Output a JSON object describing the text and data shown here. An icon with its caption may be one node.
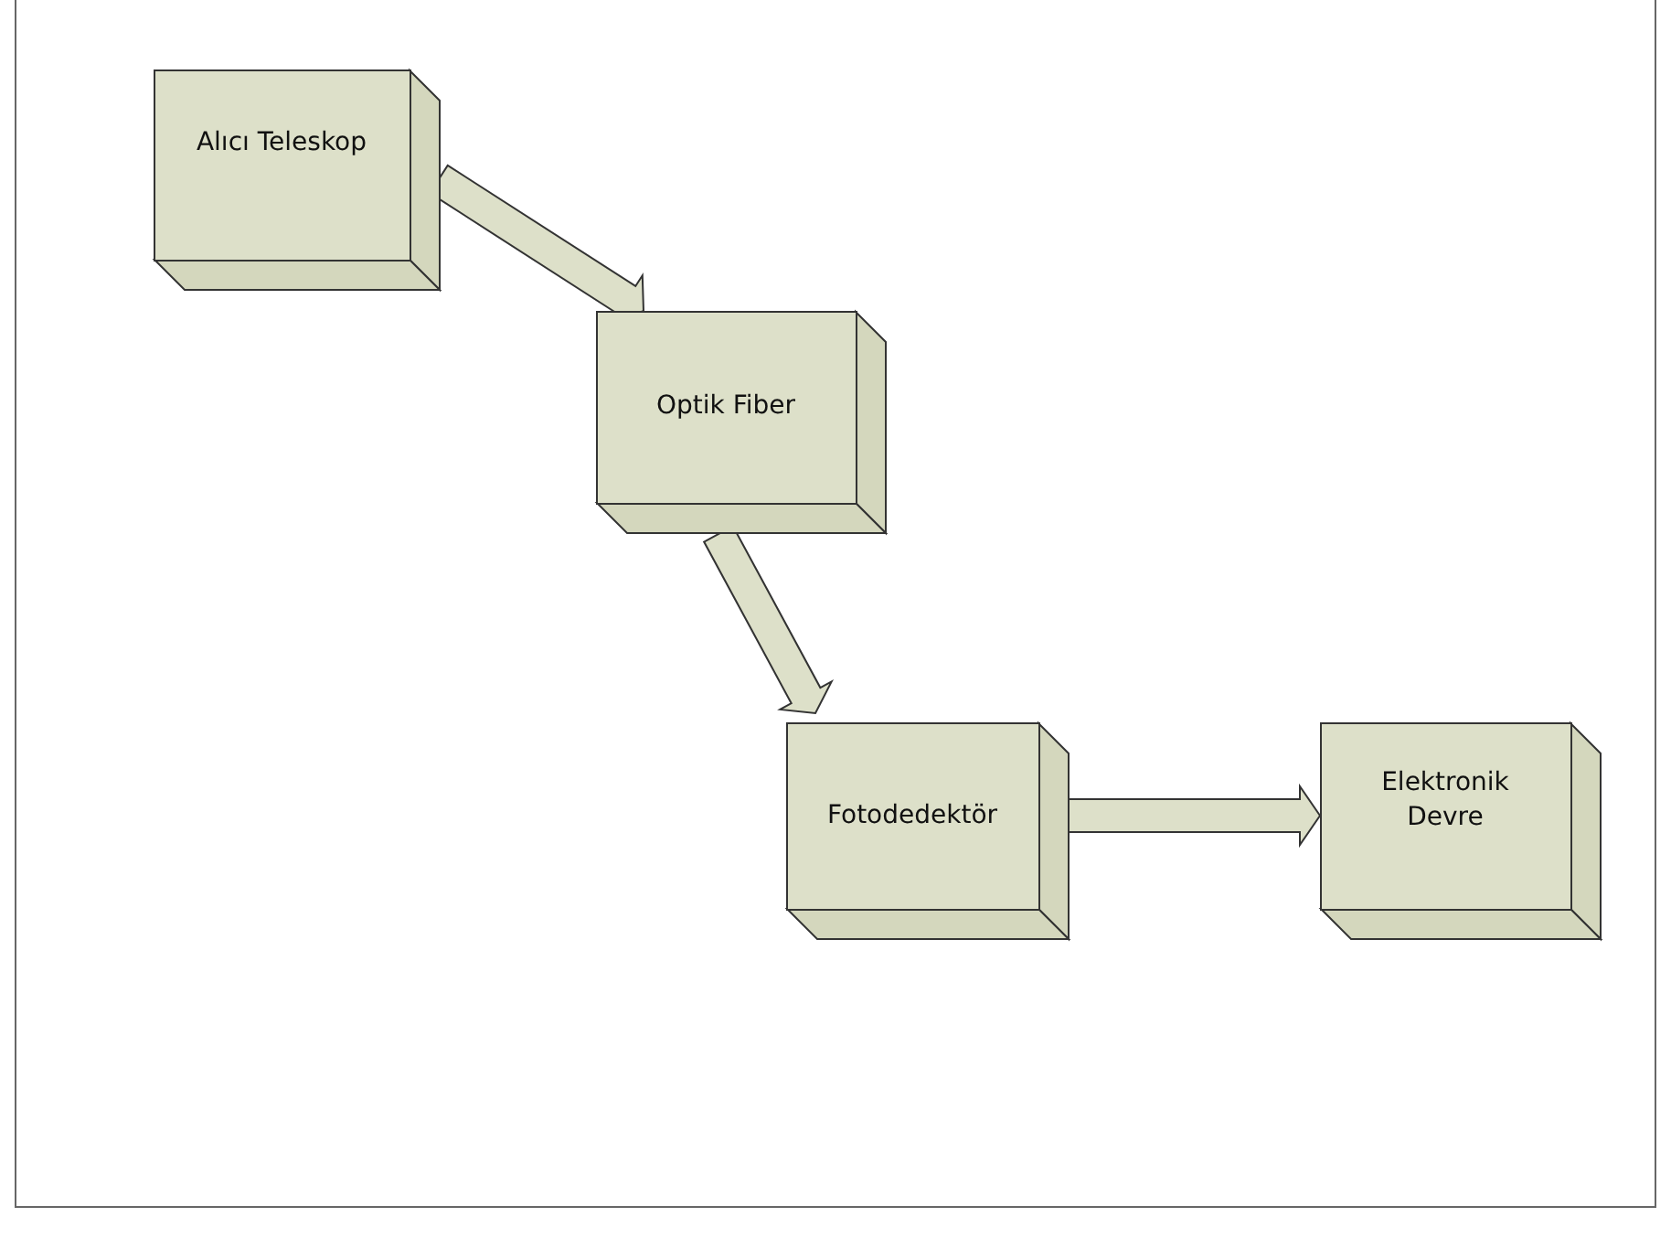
{
  "diagram": {
    "nodes": [
      {
        "text": [
          "Alıcı Teleskop"
        ]
      },
      {
        "text": [
          "Optik Fiber"
        ]
      },
      {
        "text": [
          "Fotodedektör"
        ]
      },
      {
        "text": [
          "Elektronik Devre"
        ]
      }
    ],
    "edges": [
      {
        "from": 0,
        "to": 1,
        "arrow": "to"
      },
      {
        "from": 1,
        "to": 2,
        "arrow": "to"
      },
      {
        "from": 2,
        "to": 3,
        "arrow": "to"
      }
    ]
  }
}
